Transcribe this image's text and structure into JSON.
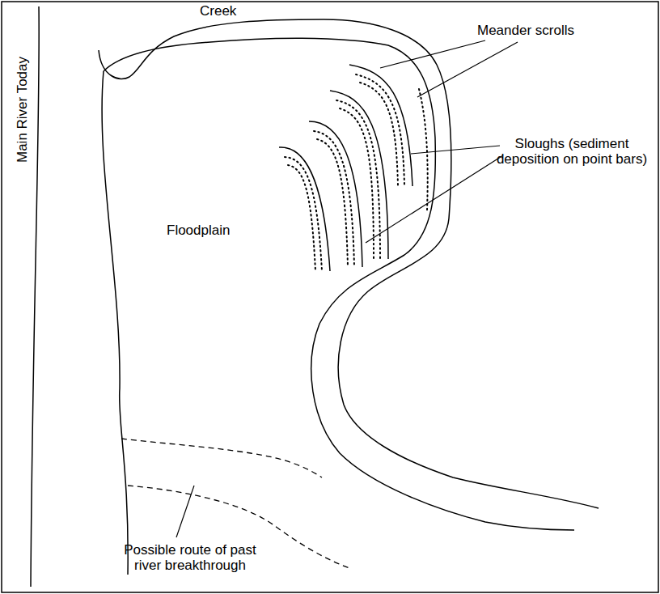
{
  "diagram": {
    "labels": [
      "Creek",
      "Main River Today",
      "Meander scrolls",
      "Sloughs (sediment deposition on point bars)",
      "Floodplain",
      "Possible route of past river breakthrough"
    ]
  }
}
